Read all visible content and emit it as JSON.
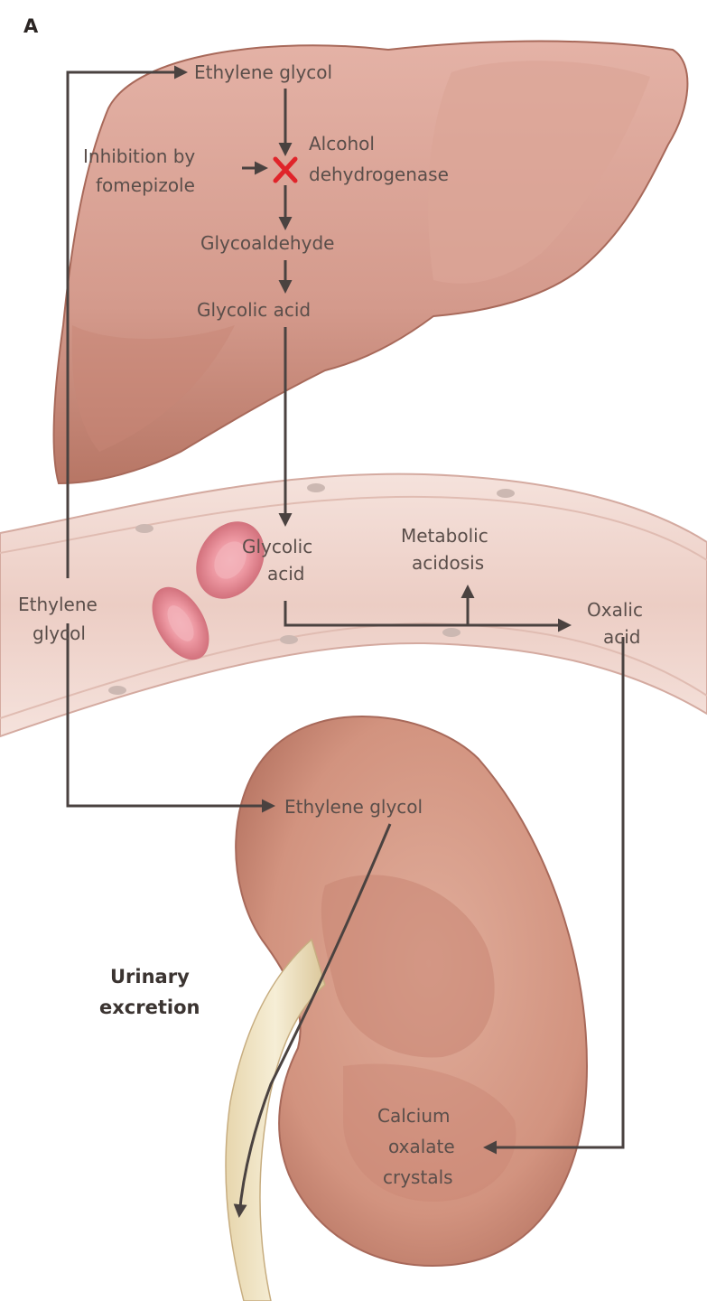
{
  "figure": {
    "panel_label": "A",
    "liver": {
      "ethylene_glycol": "Ethylene glycol",
      "inhibition_line1": "Inhibition by",
      "inhibition_line2": "fomepizole",
      "enzyme_line1": "Alcohol",
      "enzyme_line2": "dehydrogenase",
      "glycoaldehyde": "Glycoaldehyde",
      "glycolic_acid": "Glycolic acid"
    },
    "blood": {
      "glycolic_line1": "Glycolic",
      "glycolic_line2": "acid",
      "acidosis_line1": "Metabolic",
      "acidosis_line2": "acidosis",
      "oxalic_line1": "Oxalic",
      "oxalic_line2": "acid",
      "ethylene_line1": "Ethylene",
      "ethylene_line2": "glycol"
    },
    "kidney": {
      "ethylene_glycol": "Ethylene glycol",
      "urinary_line1": "Urinary",
      "urinary_line2": "excretion",
      "calcium_line1": "Calcium",
      "calcium_line2": "oxalate",
      "calcium_line3": "crystals"
    },
    "colors": {
      "liver": "#d49a8c",
      "vessel": "#f1d4cc",
      "kidney": "#d59a88",
      "ureter": "#efe3c4",
      "cell": "#e8909a",
      "arrow": "#4a4240",
      "inhibit_x": "#e0242a"
    }
  }
}
